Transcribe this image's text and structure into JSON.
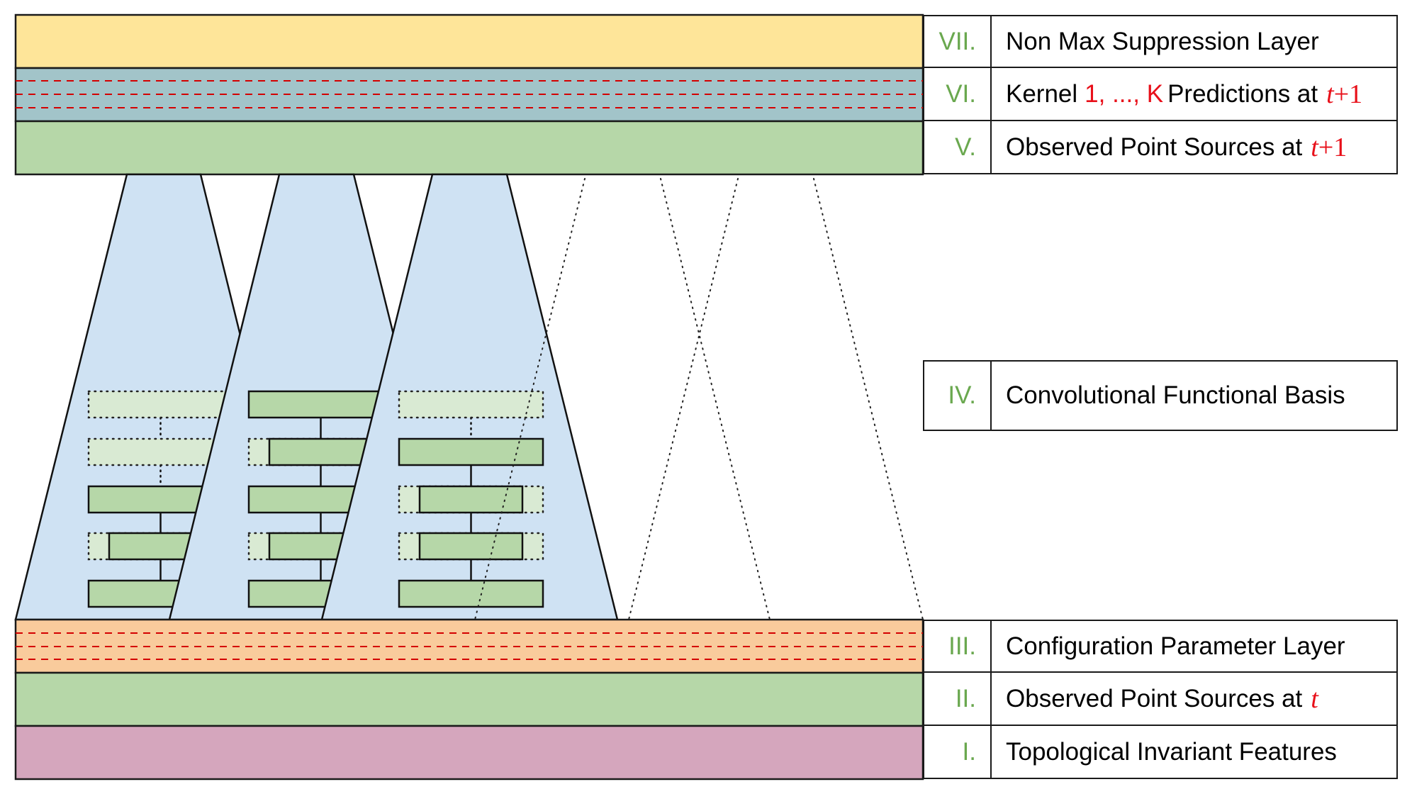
{
  "colors": {
    "nms_layer": "#fee599",
    "kernel_predictions_layer": "#a2c4c9",
    "observed_layer": "#b6d7a8",
    "config_layer": "#f9cb9c",
    "topological_layer": "#d5a6bd",
    "kernel_fill": "#cfe2f3",
    "box_solid": "#b6d7a8",
    "box_faded": "#d9ead3",
    "numeral": "#6aa84f",
    "accent_red": "#e8101a",
    "dash_red": "#d40000"
  },
  "layers": [
    {
      "id": "VII",
      "numeral": "VII.",
      "name": "Non Max Suppression Layer"
    },
    {
      "id": "VI",
      "numeral": "VI.",
      "name_prefix": "Kernel",
      "name_red": "1, ..., K",
      "name_mid": "Predictions at",
      "time_var": "t",
      "time_suffix": "+1"
    },
    {
      "id": "V",
      "numeral": "V.",
      "name_prefix": "Observed Point Sources at",
      "time_var": "t",
      "time_suffix": "+1"
    },
    {
      "id": "IV",
      "numeral": "IV.",
      "name": "Convolutional Functional Basis"
    },
    {
      "id": "III",
      "numeral": "III.",
      "name": "Configuration Parameter Layer"
    },
    {
      "id": "II",
      "numeral": "II.",
      "name_prefix": "Observed Point Sources at",
      "time_var": "t"
    },
    {
      "id": "I",
      "numeral": "I.",
      "name": "Topological Invariant Features"
    }
  ],
  "kernels": [
    {
      "name": "kernel-1",
      "visible": true,
      "rows": [
        {
          "style": "faded",
          "inset": "none"
        },
        {
          "style": "faded",
          "inset": "none"
        },
        {
          "style": "solid",
          "inset": "none"
        },
        {
          "style": "solid",
          "inset": "left"
        },
        {
          "style": "solid",
          "inset": "none"
        }
      ],
      "connectors": [
        "dotted",
        "dotted",
        "solid",
        "solid"
      ]
    },
    {
      "name": "kernel-2",
      "visible": true,
      "rows": [
        {
          "style": "solid",
          "inset": "none"
        },
        {
          "style": "solid",
          "inset": "left"
        },
        {
          "style": "solid",
          "inset": "none"
        },
        {
          "style": "solid",
          "inset": "left"
        },
        {
          "style": "solid",
          "inset": "none"
        }
      ],
      "connectors": [
        "solid",
        "solid",
        "solid",
        "solid"
      ]
    },
    {
      "name": "kernel-3",
      "visible": true,
      "rows": [
        {
          "style": "faded",
          "inset": "none"
        },
        {
          "style": "solid",
          "inset": "none"
        },
        {
          "style": "solid",
          "inset": "both"
        },
        {
          "style": "solid",
          "inset": "both"
        },
        {
          "style": "solid",
          "inset": "none"
        }
      ],
      "connectors": [
        "dotted",
        "solid",
        "solid",
        "solid"
      ]
    },
    {
      "name": "kernel-4",
      "visible": false
    },
    {
      "name": "kernel-5",
      "visible": false
    }
  ]
}
